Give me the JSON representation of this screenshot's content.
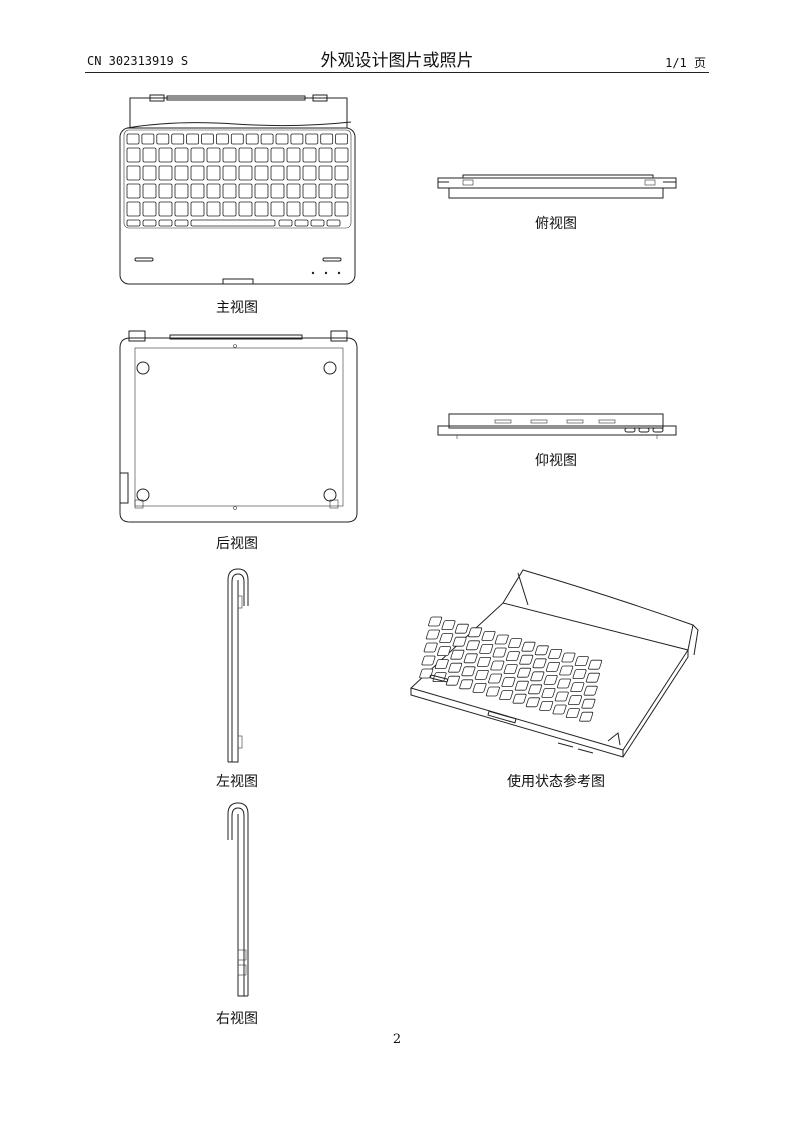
{
  "header": {
    "patent_number": "CN 302313919 S",
    "title": "外观设计图片或照片",
    "page_indicator": "1/1 页"
  },
  "views": {
    "front": "主视图",
    "top": "俯视图",
    "back": "后视图",
    "bottom": "仰视图",
    "left": "左视图",
    "reference": "使用状态参考图",
    "right": "右视图"
  },
  "footer": {
    "page_number": "2"
  }
}
